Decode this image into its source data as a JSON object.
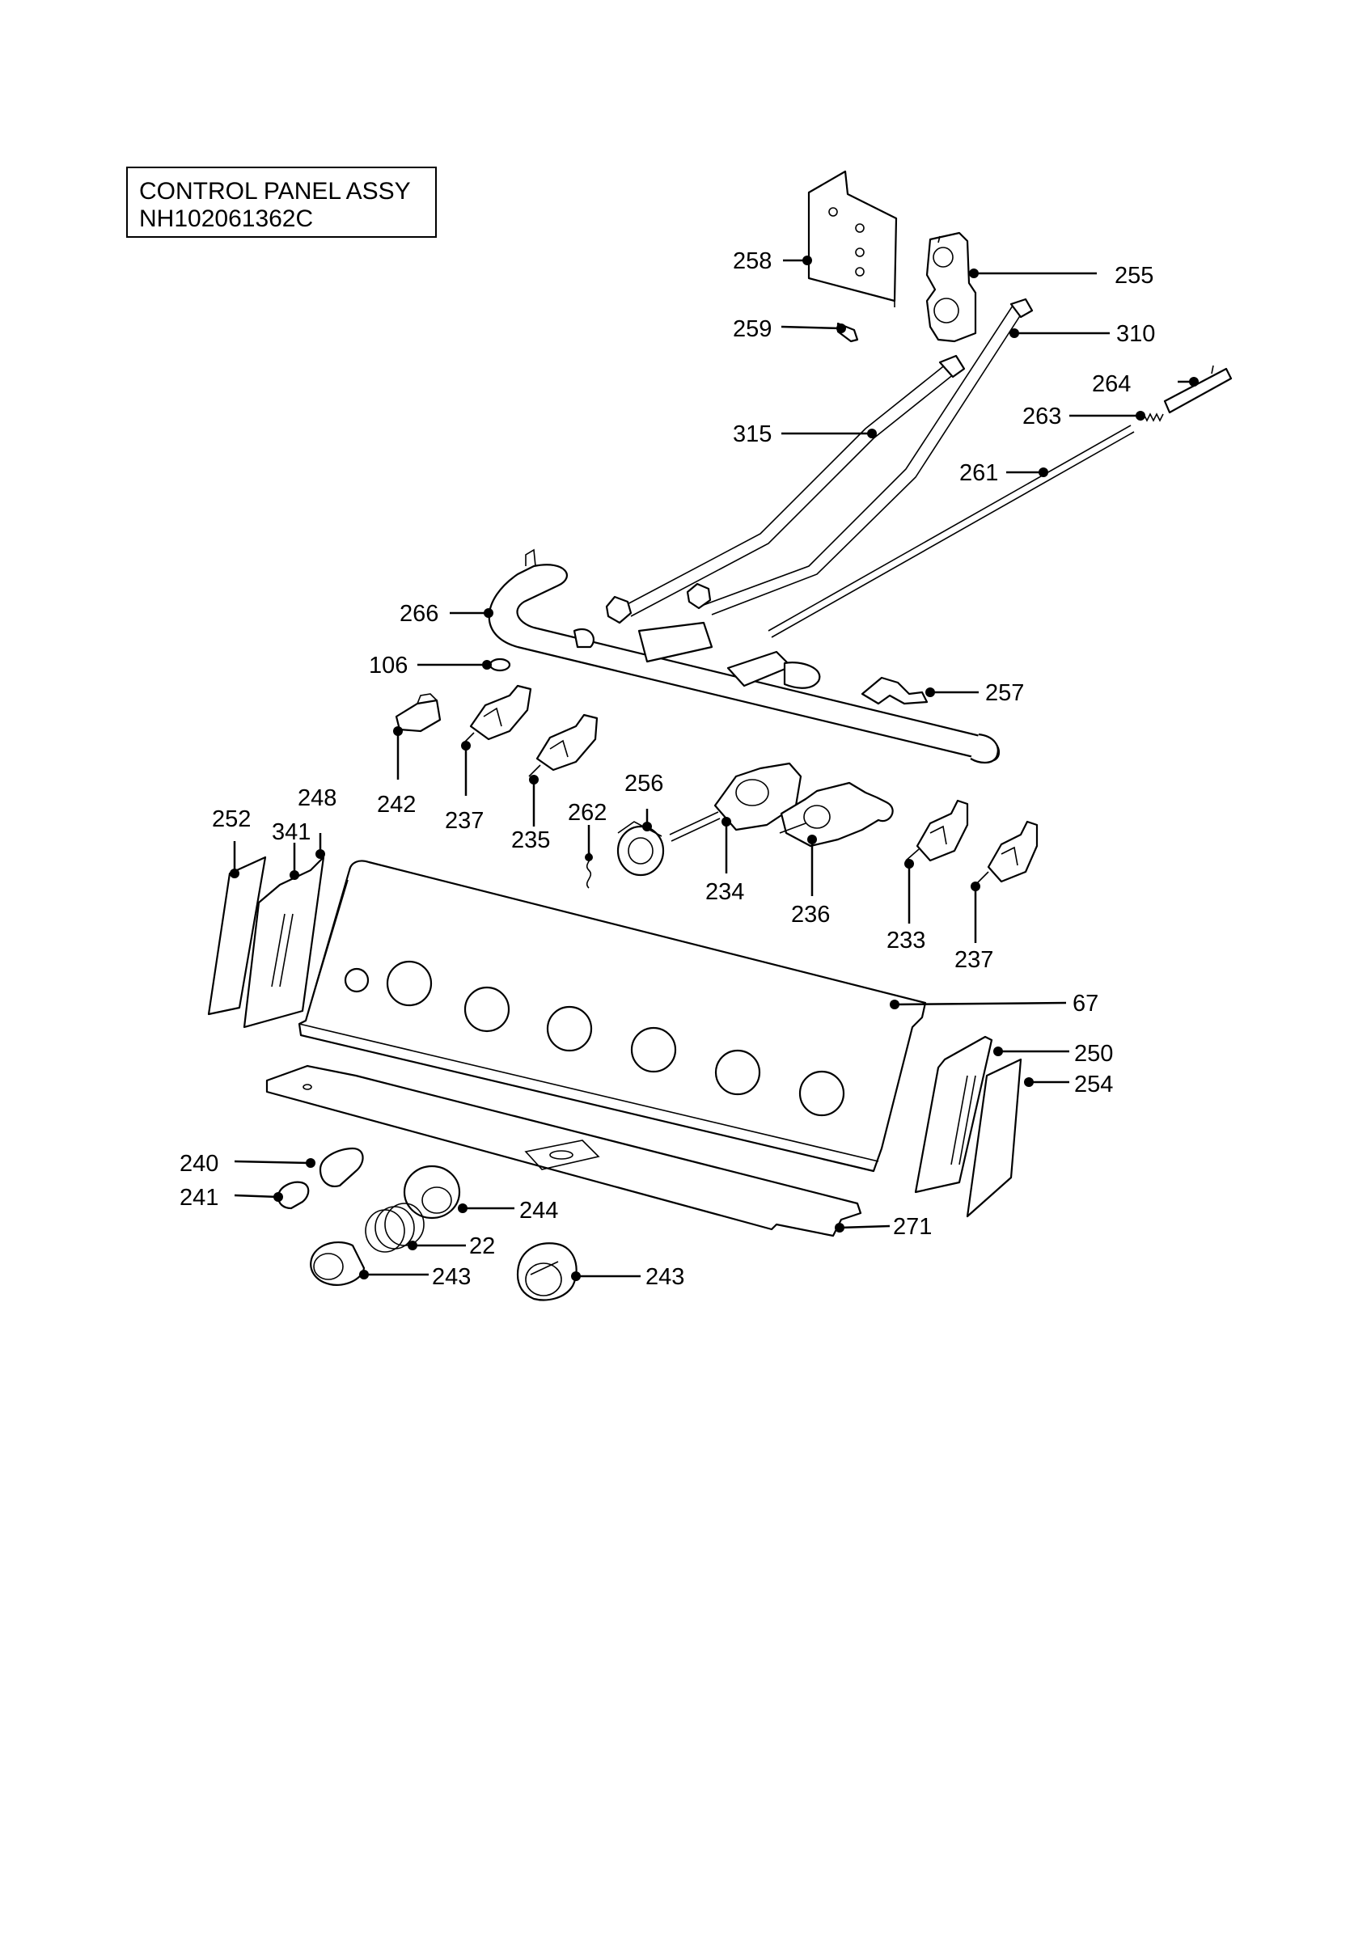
{
  "title": {
    "line1": "CONTROL PANEL ASSY",
    "line2": "NH102061362C"
  },
  "callouts": [
    {
      "id": "c258",
      "text": "258"
    },
    {
      "id": "c255",
      "text": "255"
    },
    {
      "id": "c259",
      "text": "259"
    },
    {
      "id": "c310",
      "text": "310"
    },
    {
      "id": "c264",
      "text": "264"
    },
    {
      "id": "c263",
      "text": "263"
    },
    {
      "id": "c315",
      "text": "315"
    },
    {
      "id": "c261",
      "text": "261"
    },
    {
      "id": "c266",
      "text": "266"
    },
    {
      "id": "c106",
      "text": "106"
    },
    {
      "id": "c257",
      "text": "257"
    },
    {
      "id": "c242",
      "text": "242"
    },
    {
      "id": "c237a",
      "text": "237"
    },
    {
      "id": "c235",
      "text": "235"
    },
    {
      "id": "c256",
      "text": "256"
    },
    {
      "id": "c262",
      "text": "262"
    },
    {
      "id": "c234",
      "text": "234"
    },
    {
      "id": "c236",
      "text": "236"
    },
    {
      "id": "c248",
      "text": "248"
    },
    {
      "id": "c252",
      "text": "252"
    },
    {
      "id": "c341",
      "text": "341"
    },
    {
      "id": "c233",
      "text": "233"
    },
    {
      "id": "c237b",
      "text": "237"
    },
    {
      "id": "c67",
      "text": "67"
    },
    {
      "id": "c250",
      "text": "250"
    },
    {
      "id": "c254",
      "text": "254"
    },
    {
      "id": "c240",
      "text": "240"
    },
    {
      "id": "c241",
      "text": "241"
    },
    {
      "id": "c244",
      "text": "244"
    },
    {
      "id": "c22",
      "text": "22"
    },
    {
      "id": "c271",
      "text": "271"
    },
    {
      "id": "c243a",
      "text": "243"
    },
    {
      "id": "c243b",
      "text": "243"
    }
  ]
}
